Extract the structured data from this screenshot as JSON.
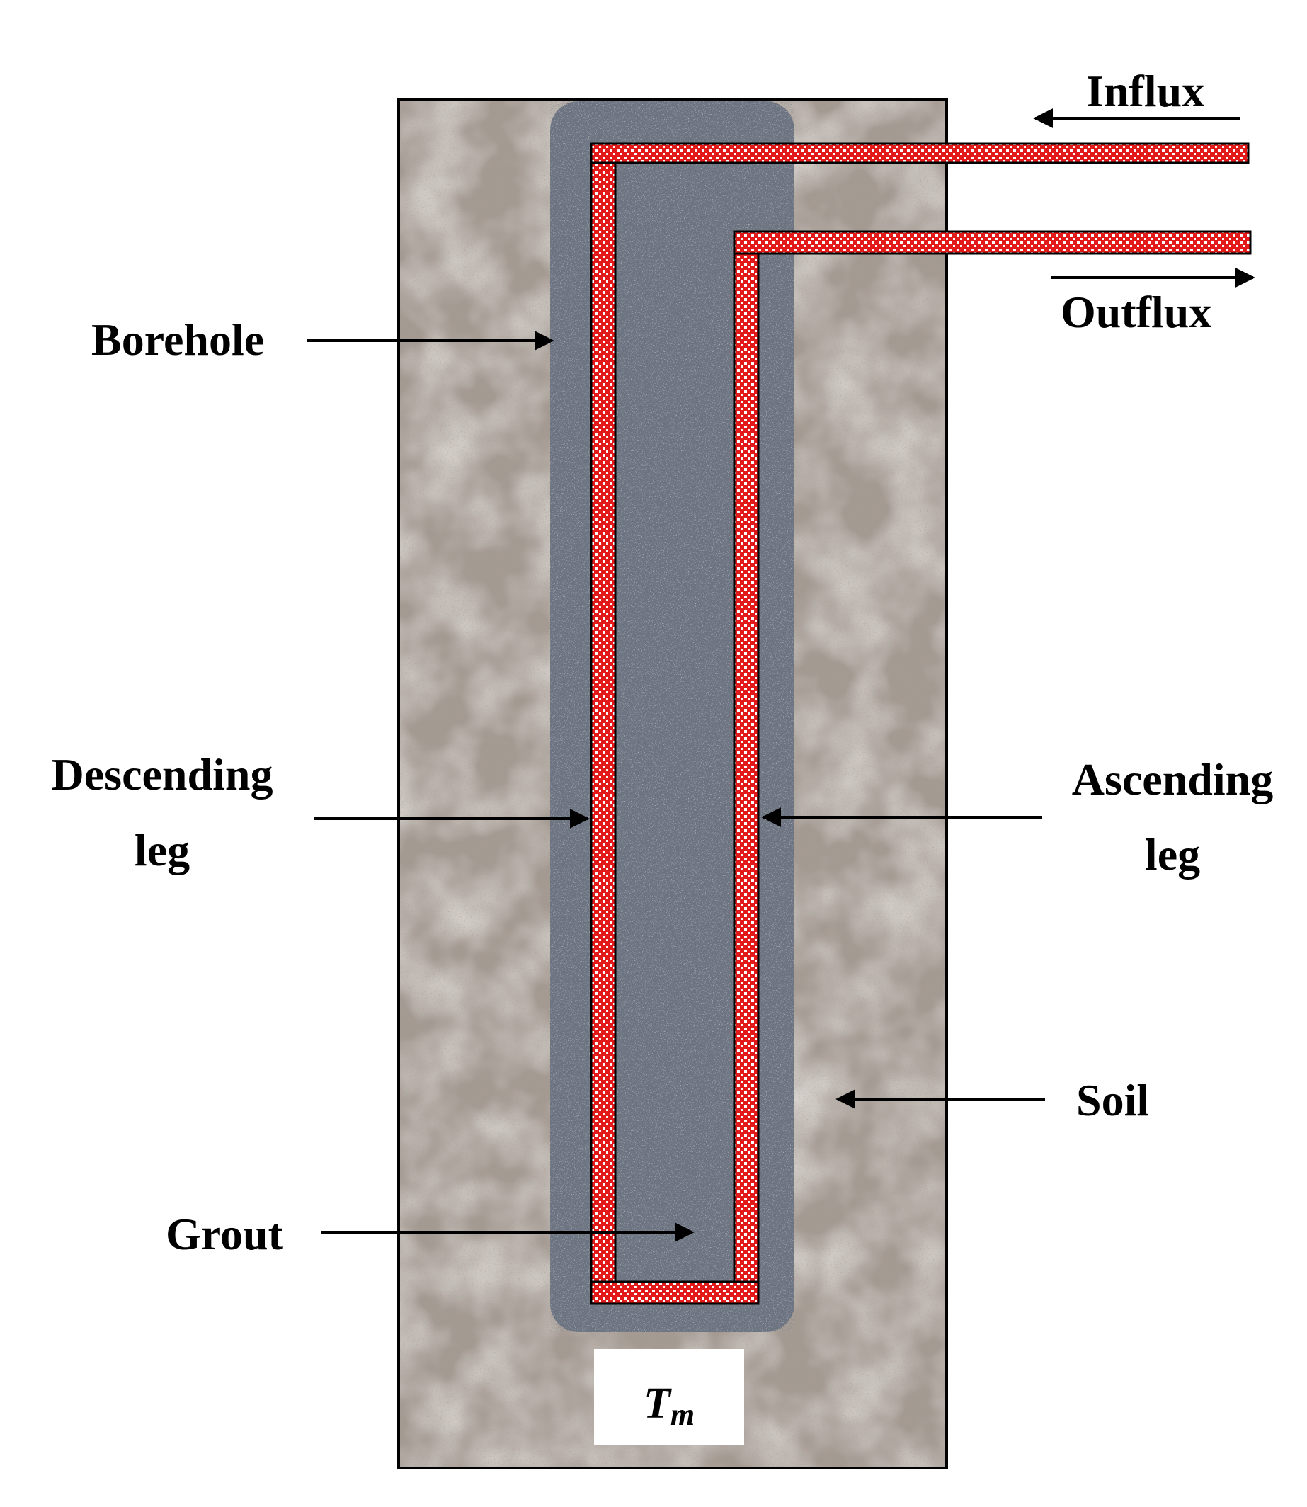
{
  "labels": {
    "influx": "Influx",
    "outflux": "Outflux",
    "borehole": "Borehole",
    "descending_line1": "Descending",
    "descending_line2": "leg",
    "ascending_line1": "Ascending",
    "ascending_line2": "leg",
    "soil": "Soil",
    "grout": "Grout",
    "tm_symbol": "T",
    "tm_subscript": "m"
  },
  "colors": {
    "soil": "#a39a92",
    "grout": "#6d7582",
    "pipe_red": "#e21a1a",
    "pipe_checker": "#ffffff",
    "outline": "#000000"
  }
}
